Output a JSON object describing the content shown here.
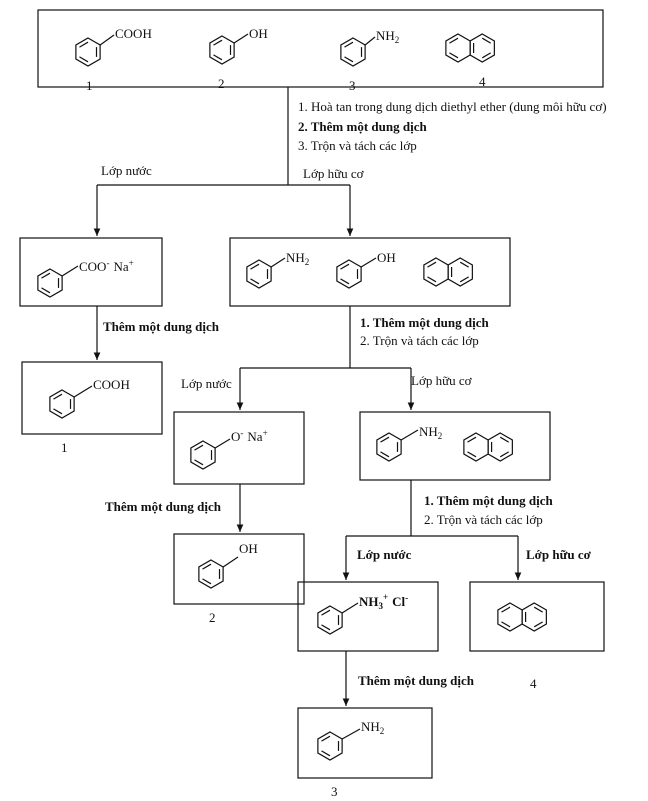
{
  "top": {
    "mol1": {
      "group": "COOH",
      "index": "1"
    },
    "mol2": {
      "group": "OH",
      "index": "2"
    },
    "mol3": {
      "group": "NH",
      "group_sub": "2",
      "index": "3"
    },
    "mol4": {
      "index": "4"
    }
  },
  "step1": {
    "line1": "1. Hoà tan trong dung dịch diethyl ether (dung môi hữu cơ)",
    "line2": "2. Thêm một dung dịch",
    "line3": "3. Trộn và tách các lớp"
  },
  "split1": {
    "aqueous": "Lớp nước",
    "organic": "Lớp hữu cơ"
  },
  "box_carboxylate": {
    "group": "COO",
    "charge": "-",
    "cation": "Na",
    "cation_charge": "+"
  },
  "box_org1": {
    "amine": "NH",
    "amine_sub": "2",
    "phenol": "OH"
  },
  "add_acid1": "Thêm một dung dịch",
  "box_acid": {
    "group": "COOH",
    "index": "1"
  },
  "step2": {
    "line1": "1. Thêm một dung dịch",
    "line2": "2. Trộn và tách các lớp"
  },
  "split2": {
    "aqueous": "Lớp nước",
    "organic": "Lớp hữu cơ"
  },
  "box_phenoxide": {
    "group": "O",
    "charge": "-",
    "cation": "Na",
    "cation_charge": "+"
  },
  "box_org2": {
    "amine": "NH",
    "amine_sub": "2"
  },
  "add_acid2": "Thêm một dung dịch",
  "box_phenol": {
    "group": "OH",
    "index": "2"
  },
  "step3": {
    "line1": "1. Thêm một dung dịch",
    "line2": "2. Trộn và tách các lớp"
  },
  "split3": {
    "aqueous": "Lớp nước",
    "organic": "Lớp hữu cơ"
  },
  "box_ammonium": {
    "group": "NH",
    "sub": "3",
    "charge": "+",
    "anion": "Cl",
    "anion_charge": "-"
  },
  "box_naph": {
    "index": "4"
  },
  "add_base": "Thêm một dung dịch",
  "box_aniline": {
    "group": "NH",
    "sub": "2",
    "index": "3"
  }
}
